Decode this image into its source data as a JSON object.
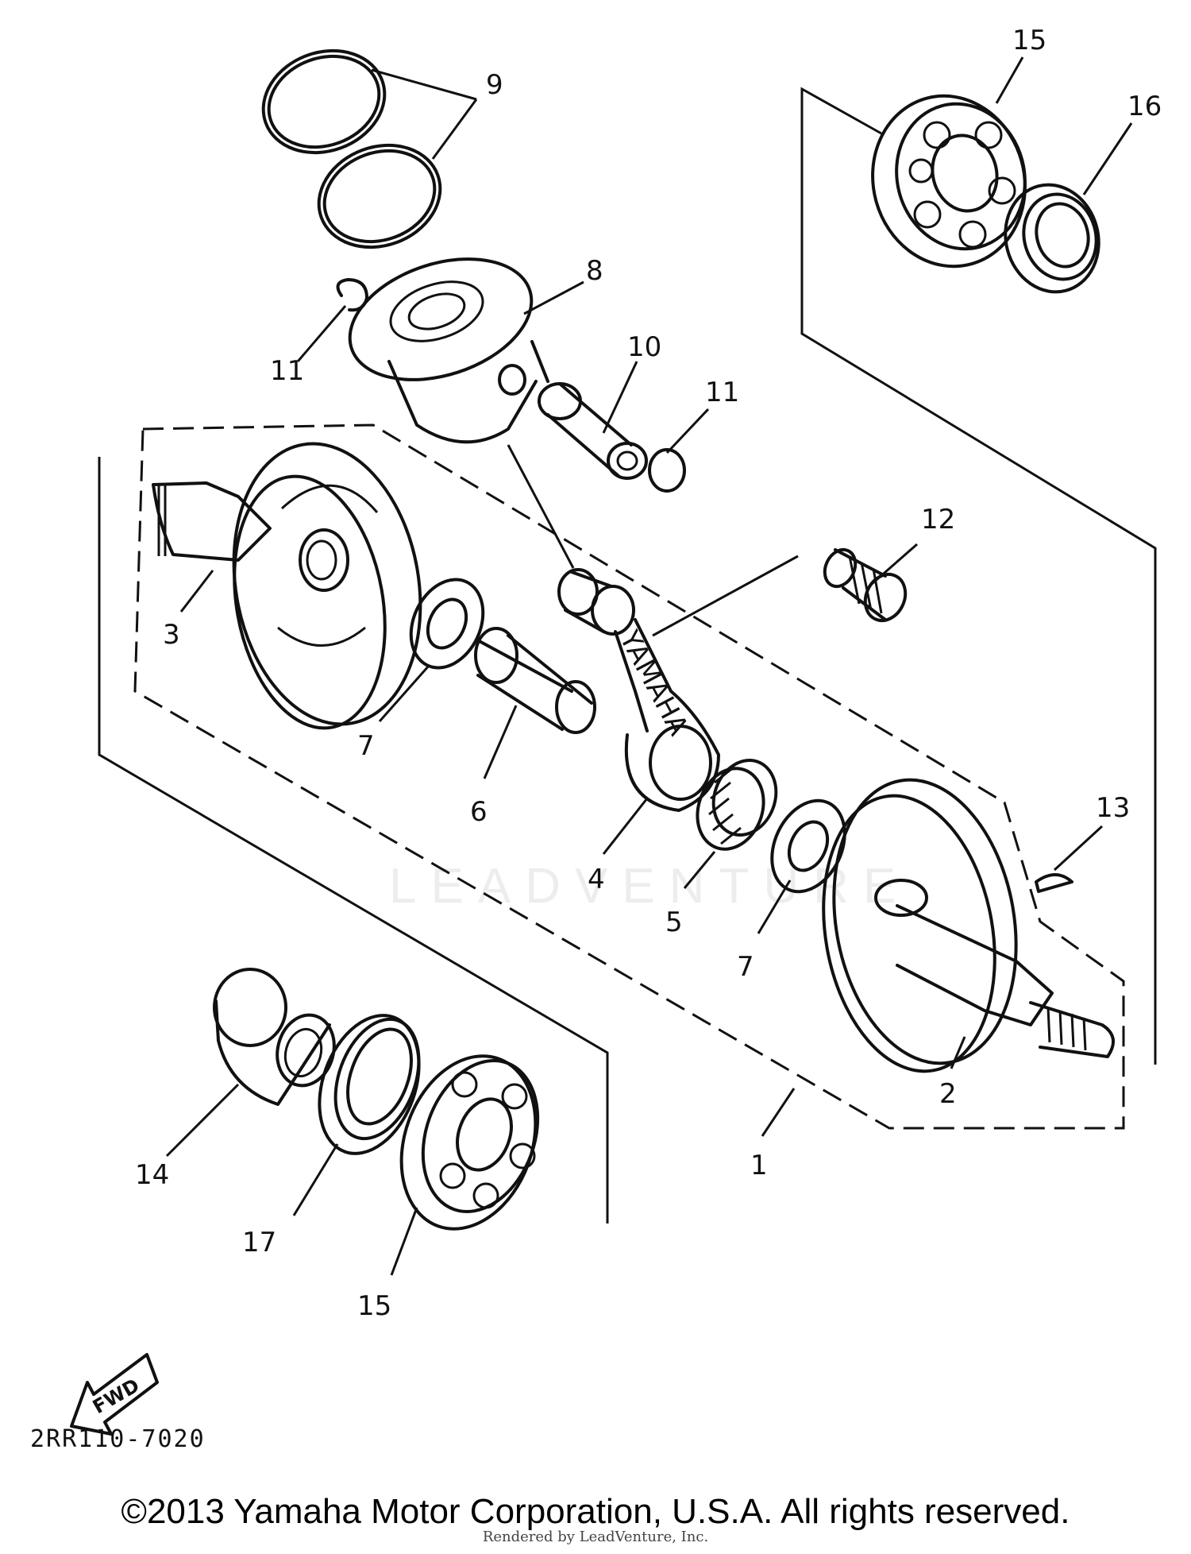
{
  "diagram": {
    "callouts": [
      "1",
      "2",
      "3",
      "4",
      "5",
      "6",
      "7",
      "7",
      "8",
      "9",
      "10",
      "11",
      "11",
      "12",
      "13",
      "14",
      "15",
      "15",
      "16",
      "17"
    ],
    "fwd_label": "FWD",
    "engraved_text": "YAMAHA",
    "code": "2RR110-7020",
    "watermark": "LEADVENTURE"
  },
  "footer": {
    "copyright": "©2013 Yamaha Motor Corporation, U.S.A. All rights reserved.",
    "rendered_by": "Rendered by LeadVenture, Inc."
  }
}
